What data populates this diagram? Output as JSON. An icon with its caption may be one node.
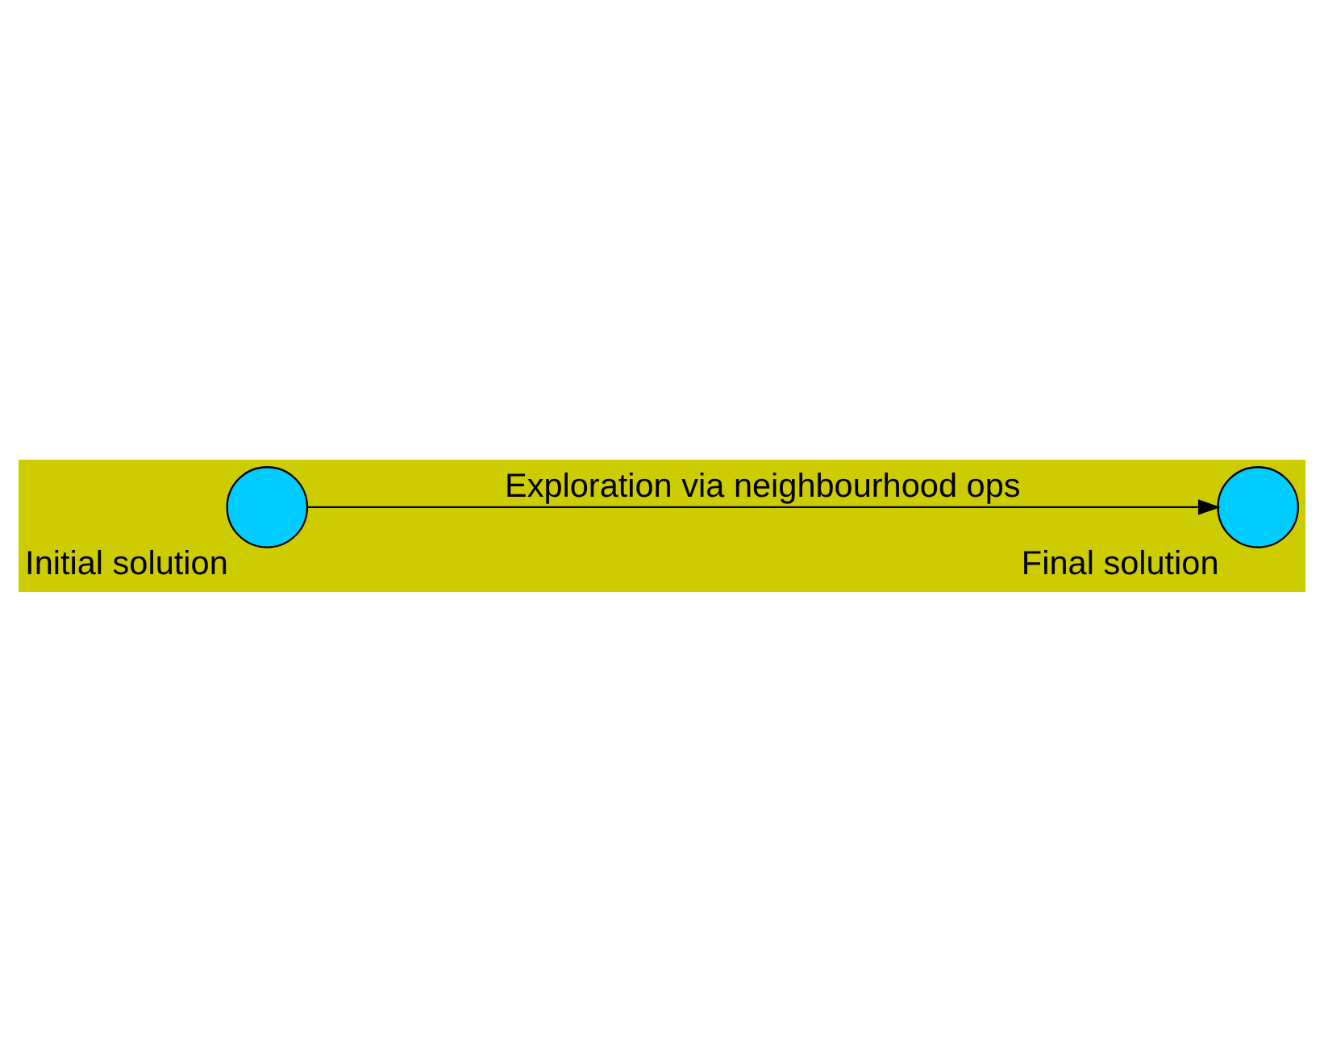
{
  "diagram": {
    "nodes": [
      {
        "text": [],
        "shape": "circle",
        "beside": [
          "Initial solution"
        ]
      },
      {
        "text": [],
        "shape": "circle",
        "beside": [
          "Final solution"
        ]
      }
    ],
    "edges": [
      {
        "from": 0,
        "to": 1,
        "arrow": "to",
        "label": "Exploration via neighbourhood ops"
      }
    ]
  }
}
